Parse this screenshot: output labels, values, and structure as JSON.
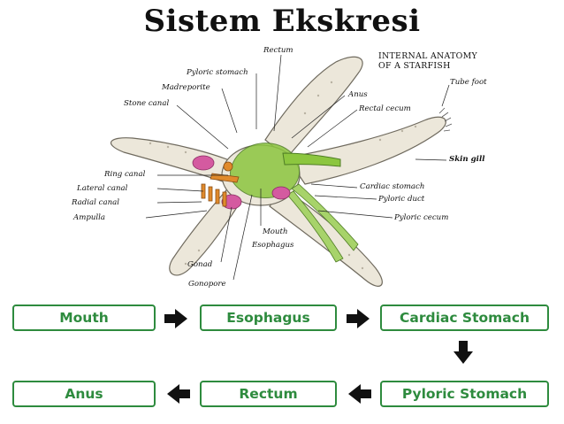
{
  "title": "Sistem Ekskresi",
  "figure": {
    "heading_line1": "INTERNAL ANATOMY",
    "heading_line2": "OF A STARFISH",
    "labels": {
      "rectum": "Rectum",
      "pyloric_stomach": "Pyloric stomach",
      "madreporite": "Madreporite",
      "stone_canal": "Stone canal",
      "anus": "Anus",
      "rectal_cecum": "Rectal cecum",
      "tube_foot": "Tube foot",
      "skin_gill": "Skin gill",
      "ring_canal": "Ring canal",
      "lateral_canal": "Lateral canal",
      "radial_canal": "Radial canal",
      "ampulla": "Ampulla",
      "cardiac_stomach": "Cardiac stomach",
      "pyloric_duct": "Pyloric duct",
      "pyloric_cecum": "Pyloric cecum",
      "mouth": "Mouth",
      "esophagus": "Esophagus",
      "gonad": "Gonad",
      "gonopore": "Gonopore"
    }
  },
  "flow": {
    "mouth": "Mouth",
    "esophagus": "Esophagus",
    "cardiac_stomach": "Cardiac Stomach",
    "pyloric_stomach": "Pyloric Stomach",
    "rectum": "Rectum",
    "anus": "Anus"
  },
  "colors": {
    "box_border": "#2e8b3e",
    "box_text": "#2e8b3e",
    "arrow": "#111111",
    "stomach_green": "#8cc63f",
    "gonad_pink": "#d45aa0",
    "ampulla_orange": "#e08a2c"
  }
}
